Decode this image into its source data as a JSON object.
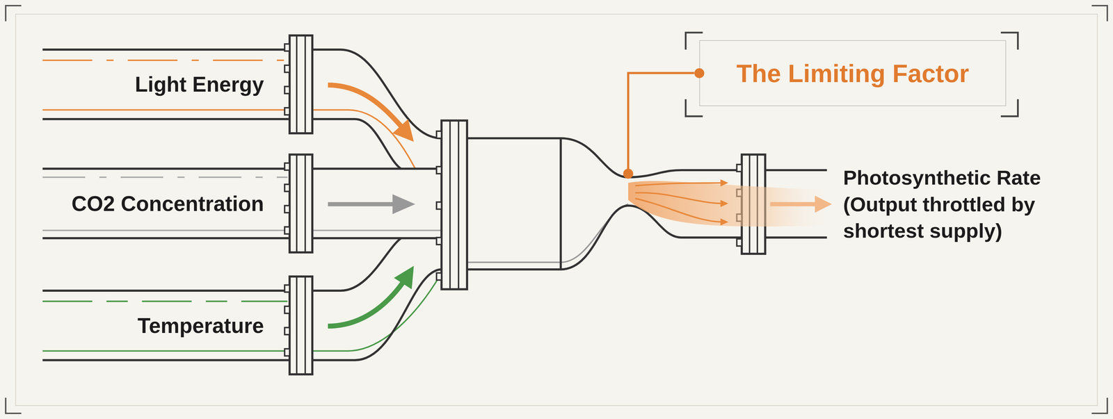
{
  "diagram": {
    "nodes": [
      {
        "text": [
          "The Limiting Factor"
        ]
      }
    ],
    "labels": [
      "Light Energy",
      "CO2 Concentration",
      "Temperature",
      "Photosynthetic Rate (Output throttled by shortest supply)"
    ]
  }
}
